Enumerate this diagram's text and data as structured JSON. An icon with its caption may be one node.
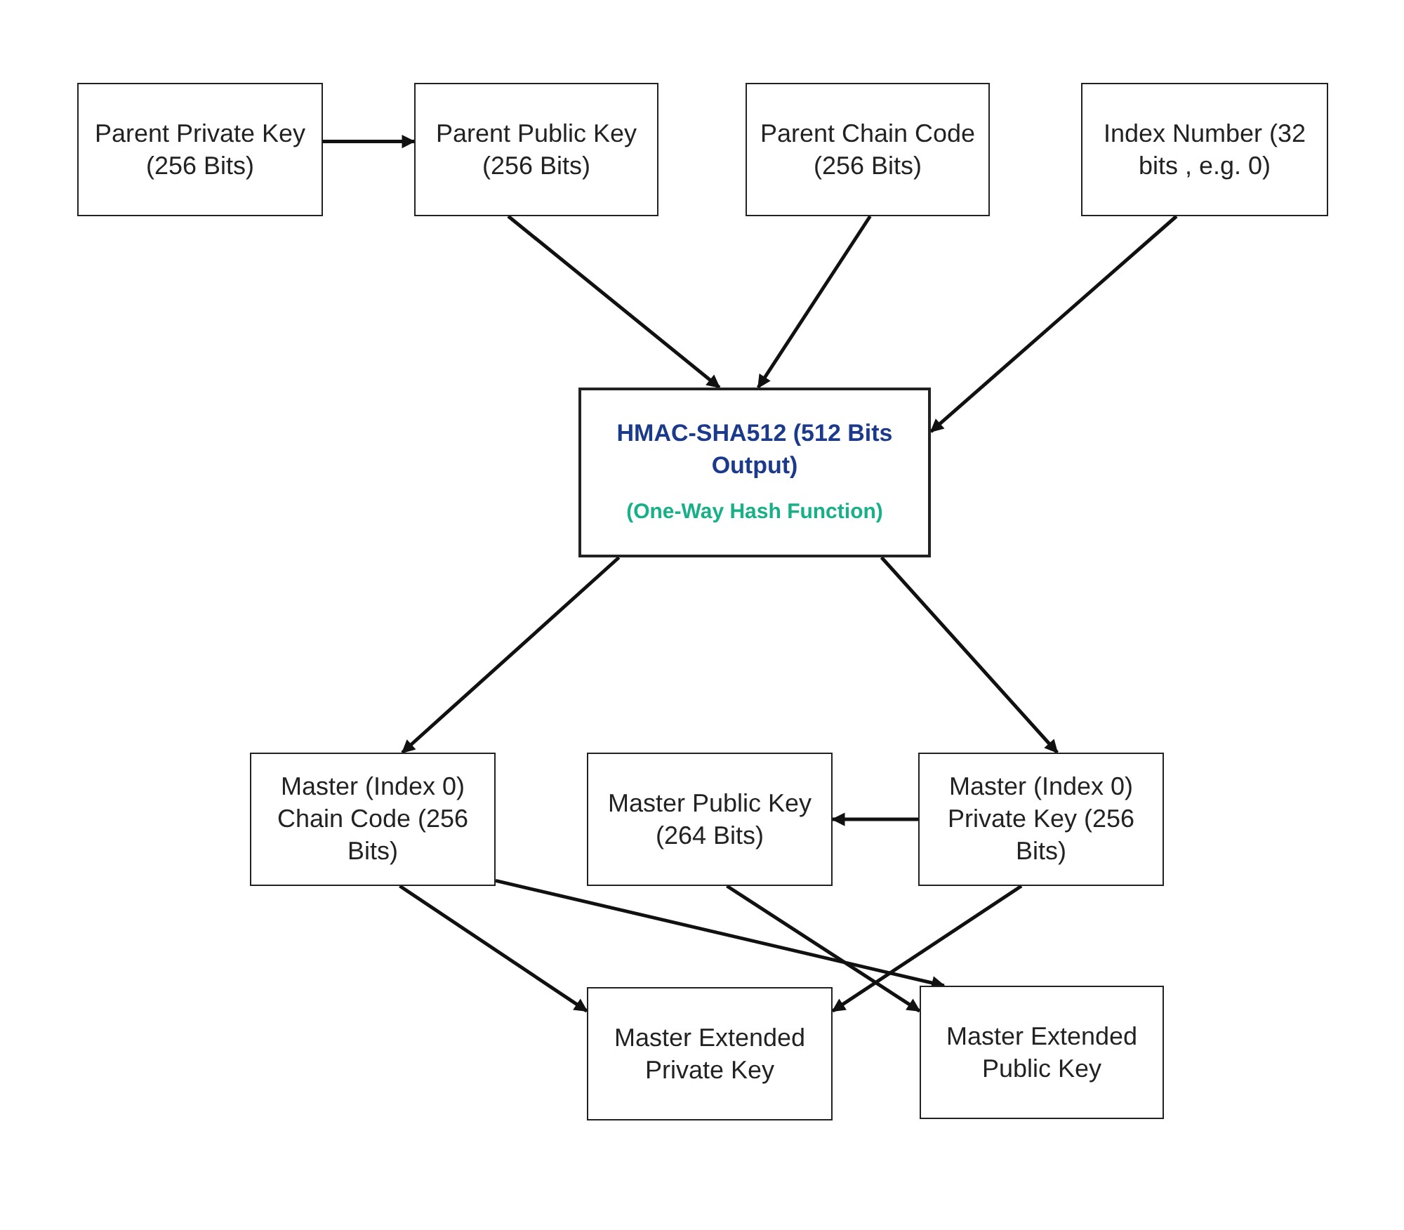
{
  "diagram": {
    "nodes": [
      {
        "text": [
          "Parent Private Key (256 Bits)"
        ]
      },
      {
        "text": [
          "Parent Public Key (256 Bits)"
        ]
      },
      {
        "text": [
          "Parent Chain Code (256 Bits)"
        ]
      },
      {
        "text": [
          "Index Number (32 bits , e.g. 0)"
        ]
      },
      {
        "text": [
          "HMAC-SHA512 (512 Bits Output)",
          "(One-Way Hash Function)"
        ]
      },
      {
        "text": [
          "Master (Index 0) Chain Code (256 Bits)"
        ]
      },
      {
        "text": [
          "Master Public Key (264 Bits)"
        ]
      },
      {
        "text": [
          "Master (Index 0) Private Key (256 Bits)"
        ]
      },
      {
        "text": [
          "Master Extended Private Key"
        ]
      },
      {
        "text": [
          "Master Extended Public Key"
        ]
      }
    ],
    "edges": [
      {
        "from": 0,
        "to": 1,
        "arrow": "to"
      },
      {
        "from": 1,
        "to": 4,
        "arrow": "to"
      },
      {
        "from": 2,
        "to": 4,
        "arrow": "to"
      },
      {
        "from": 3,
        "to": 4,
        "arrow": "to"
      },
      {
        "from": 4,
        "to": 5,
        "arrow": "to"
      },
      {
        "from": 4,
        "to": 7,
        "arrow": "to"
      },
      {
        "from": 7,
        "to": 6,
        "arrow": "to"
      },
      {
        "from": 5,
        "to": 8,
        "arrow": "to"
      },
      {
        "from": 5,
        "to": 9,
        "arrow": "to"
      },
      {
        "from": 7,
        "to": 8,
        "arrow": "to"
      },
      {
        "from": 6,
        "to": 9,
        "arrow": "to"
      }
    ]
  }
}
